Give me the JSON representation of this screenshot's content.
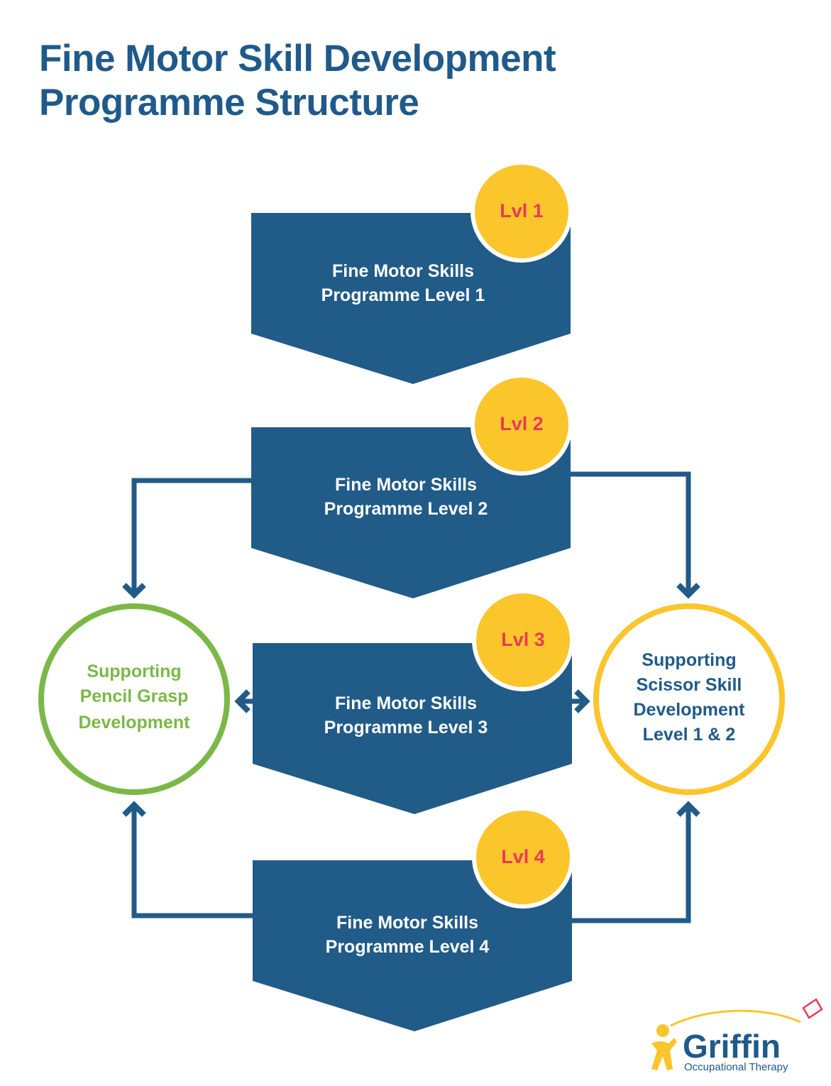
{
  "title": {
    "line1": "Fine Motor Skill Development",
    "line2": "Programme Structure"
  },
  "levels": [
    {
      "badge": "Lvl 1",
      "line1": "Fine Motor Skills",
      "line2": "Programme Level 1"
    },
    {
      "badge": "Lvl 2",
      "line1": "Fine Motor Skills",
      "line2": "Programme Level 2"
    },
    {
      "badge": "Lvl 3",
      "line1": "Fine Motor Skills",
      "line2": "Programme Level 3"
    },
    {
      "badge": "Lvl 4",
      "line1": "Fine Motor Skills",
      "line2": "Programme Level 4"
    }
  ],
  "support_left": {
    "lines": [
      "Supporting",
      "Pencil Grasp",
      "Development"
    ],
    "color": "#7bb848"
  },
  "support_right": {
    "lines": [
      "Supporting",
      "Scissor Skill",
      "Development",
      "Level 1 & 2"
    ],
    "color": "#fbc52c"
  },
  "logo": {
    "name": "Griffin",
    "subtitle": "Occupational Therapy",
    "icon": "person-figure-icon"
  },
  "colors": {
    "primary_blue": "#215b88",
    "badge_yellow": "#fbc52c",
    "badge_text_red": "#ea3a57",
    "green": "#7bb848"
  }
}
